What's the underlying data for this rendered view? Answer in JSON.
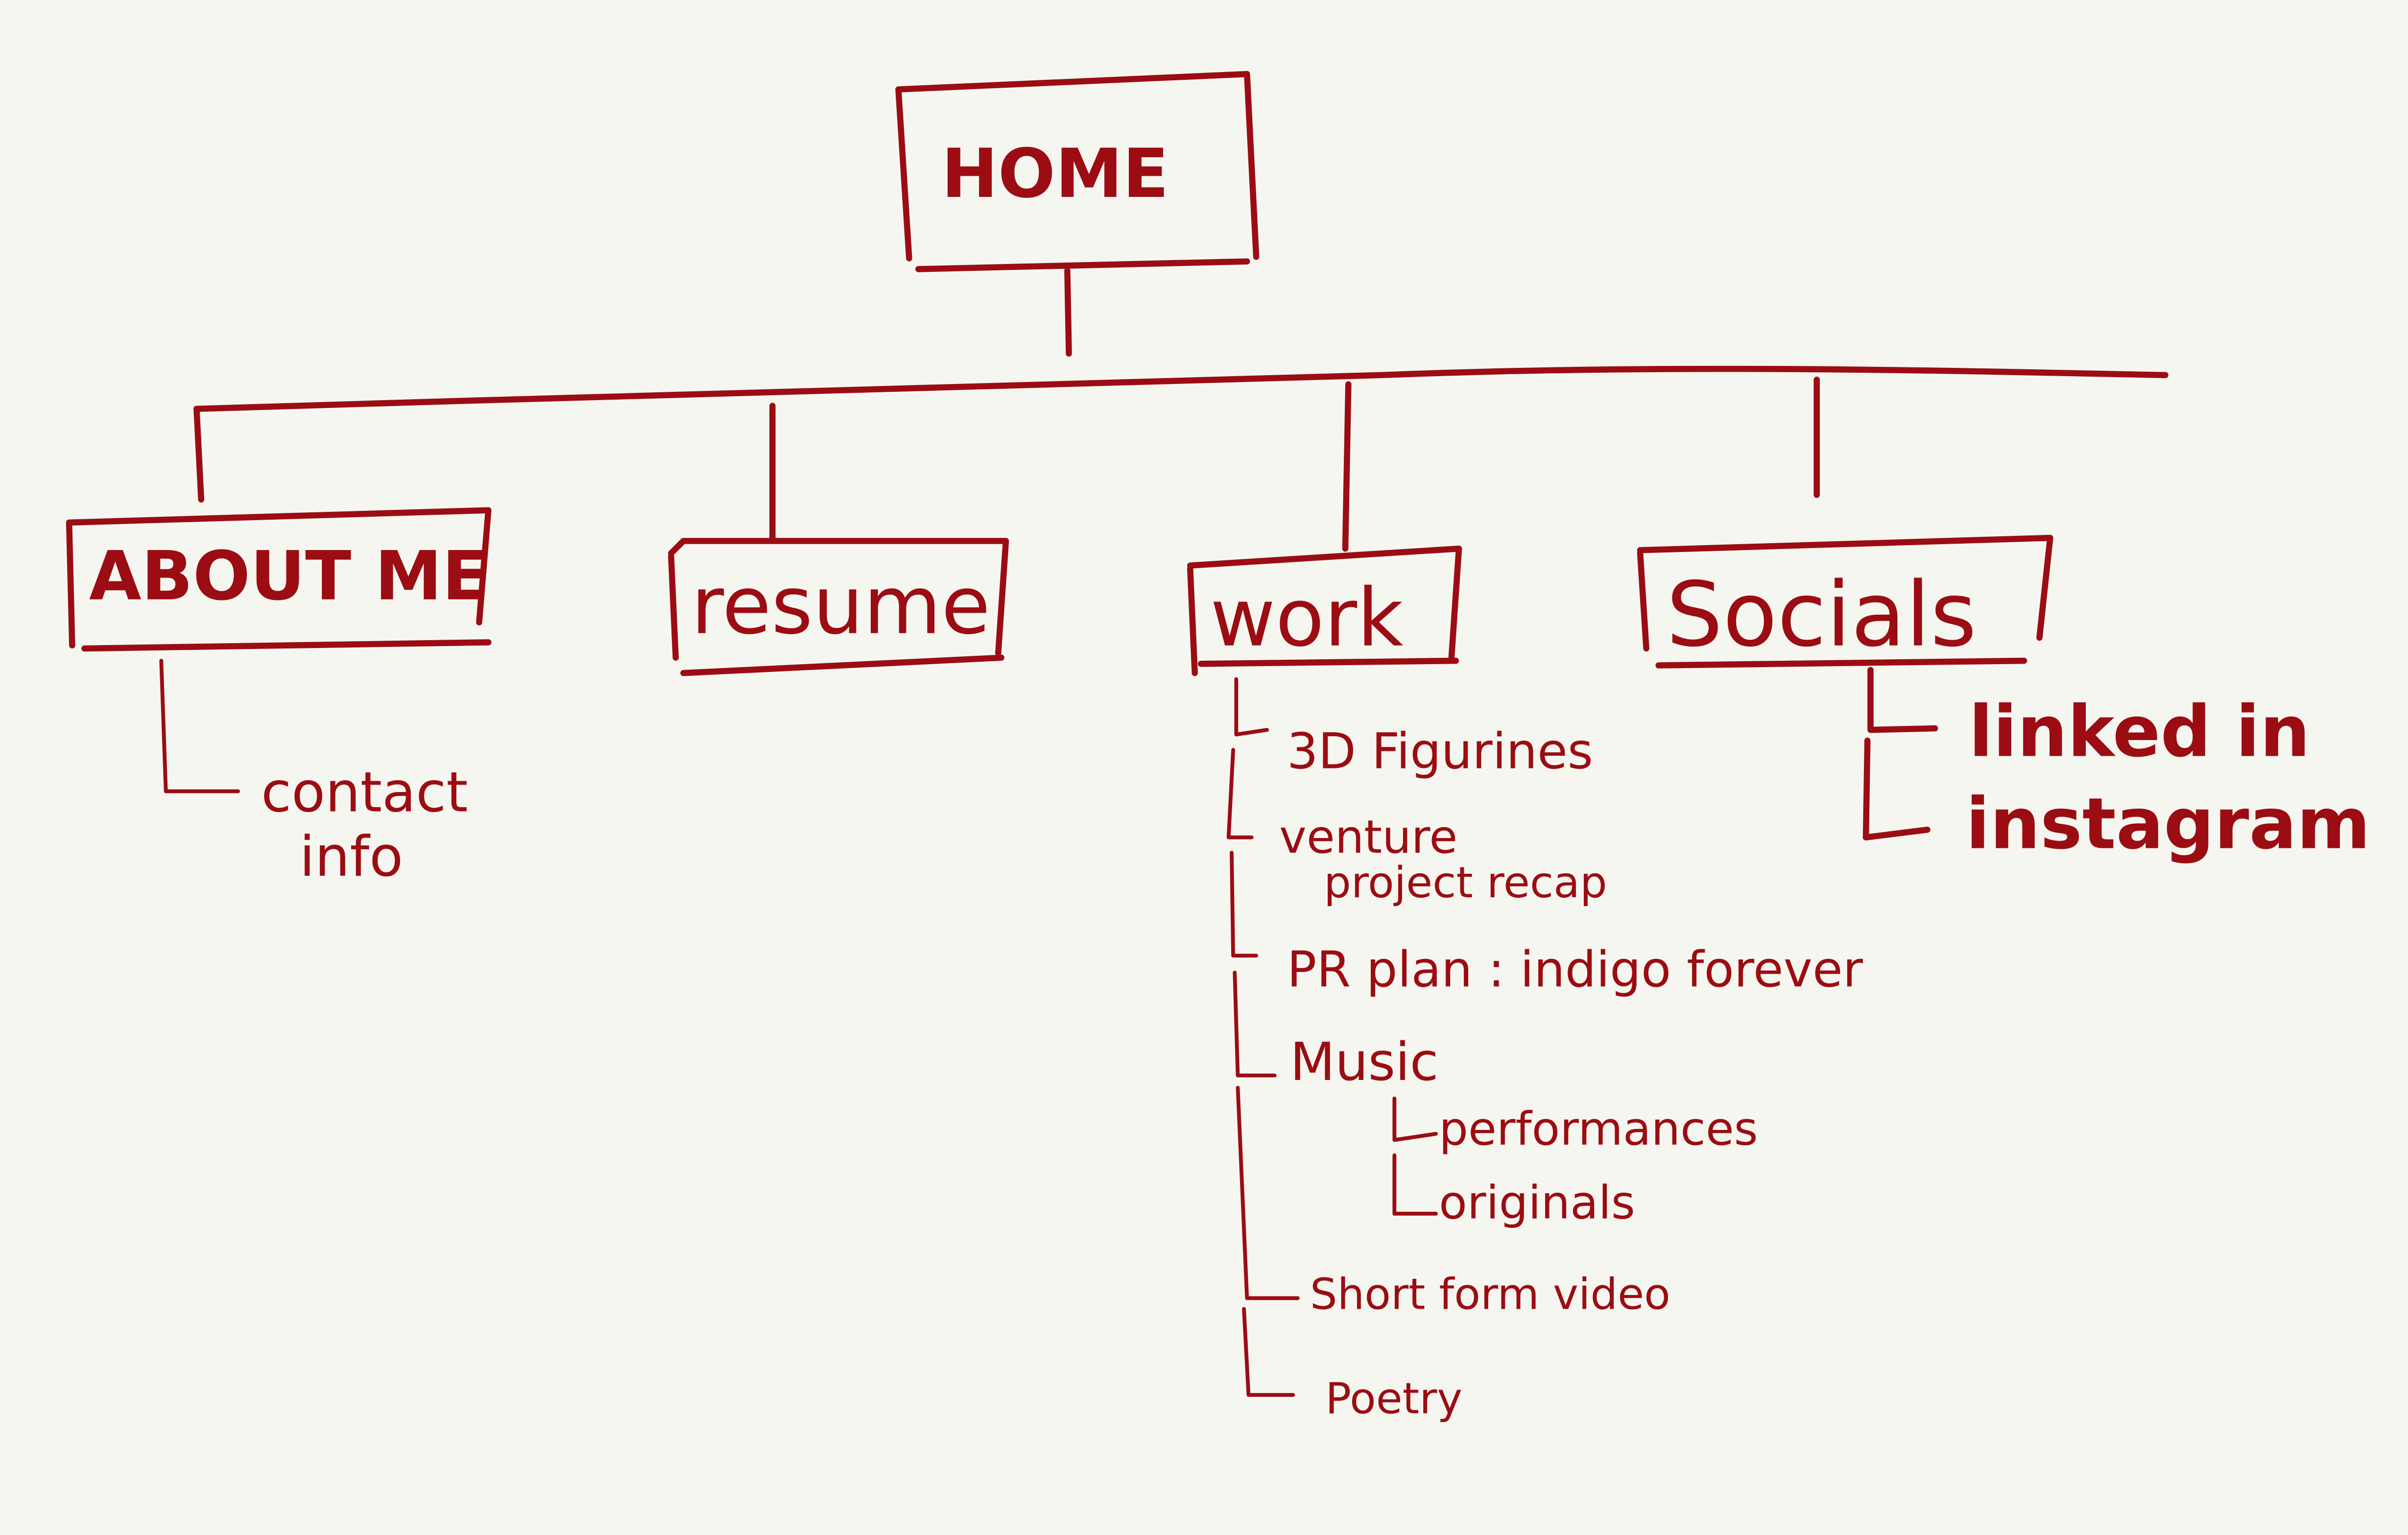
{
  "ink_color": "#9b0d12",
  "background_color": "#f6f6f1",
  "root": {
    "label": "HOME"
  },
  "sections": [
    {
      "label": "ABOUT ME",
      "children": [
        {
          "label": "contact"
        },
        {
          "label": "info"
        }
      ]
    },
    {
      "label": "resume",
      "children": []
    },
    {
      "label": "work",
      "children": [
        {
          "label": "3D Figurines"
        },
        {
          "label": "venture"
        },
        {
          "label": "project recap"
        },
        {
          "label": "PR plan : indigo forever"
        },
        {
          "label": "Music",
          "children": [
            {
              "label": "performances"
            },
            {
              "label": "originals"
            }
          ]
        },
        {
          "label": "Short form video"
        },
        {
          "label": "Poetry"
        }
      ]
    },
    {
      "label": "Socials",
      "children": [
        {
          "label": "linked in"
        },
        {
          "label": "instagram"
        }
      ]
    }
  ]
}
